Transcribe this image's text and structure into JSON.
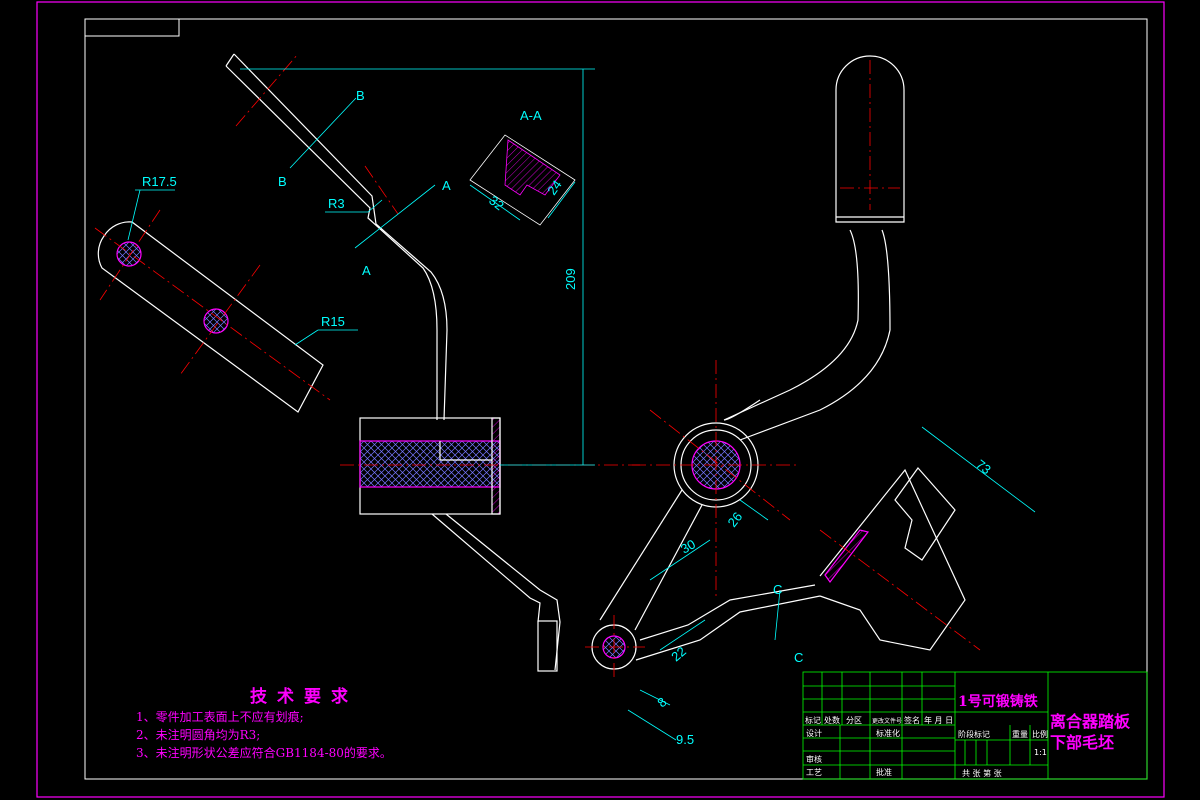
{
  "dimensions": {
    "r17_5": "R17.5",
    "r15": "R15",
    "r3": "R3",
    "d209": "209",
    "d32": "32",
    "d24": "24",
    "d73": "73",
    "d26": "26",
    "d30": "30",
    "d22": "22",
    "d8": "8",
    "d9_5": "9.5"
  },
  "sections": {
    "aa_title": "A-A",
    "a": "A",
    "b": "B",
    "c": "C"
  },
  "requirements": {
    "title": "技术要求",
    "items": [
      "1、零件加工表面上不应有划痕;",
      "2、未注明圆角均为R3;",
      "3、未注明形状公差应符合GB1184-80的要求。"
    ]
  },
  "title_block": {
    "material": "1号可锻铸铁",
    "part_name_line1": "离合器踏板",
    "part_name_line2": "下部毛坯",
    "h_mark": "标记",
    "h_count": "处数",
    "h_zone": "分区",
    "h_doc": "更改文件号",
    "h_sign": "签名",
    "h_date": "年 月 日",
    "design": "设计",
    "std": "标准化",
    "review": "审核",
    "process": "工艺",
    "approve": "批准",
    "stage": "阶段标记",
    "weight": "重量",
    "scale_label": "比例",
    "scale": "1:1",
    "sheets": "共   张   第   张"
  },
  "colors": {
    "outline": "#ffffff",
    "centerline": "#ff0000",
    "dimension": "#00ffff",
    "hatch": "#ff00ff",
    "titleblock_grid": "#00ff00",
    "border": "#ff00ff",
    "background": "#000000"
  }
}
